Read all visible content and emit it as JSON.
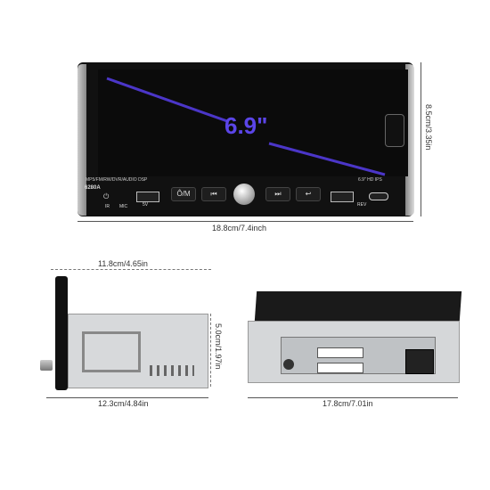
{
  "front_view": {
    "screen_size": "6.9\"",
    "feature_text": "MP5/FM/RW/DVR/AUDIO DSP",
    "display_text": "6.9\" HD IPS",
    "model": "6280A",
    "buttons": [
      "Ô/M",
      "⏮",
      "⏭",
      "↩"
    ],
    "tiny_labels": [
      "IR",
      "MIC",
      "5V",
      "REV"
    ],
    "width_label": "18.8cm/7.4inch",
    "height_label": "8.5cm/3.35in"
  },
  "side_view": {
    "depth_label": "11.8cm/4.65in",
    "height_label": "5.0cm/1.97in",
    "total_depth_label": "12.3cm/4.84in"
  },
  "back_view": {
    "width_label": "17.8cm/7.01in"
  }
}
